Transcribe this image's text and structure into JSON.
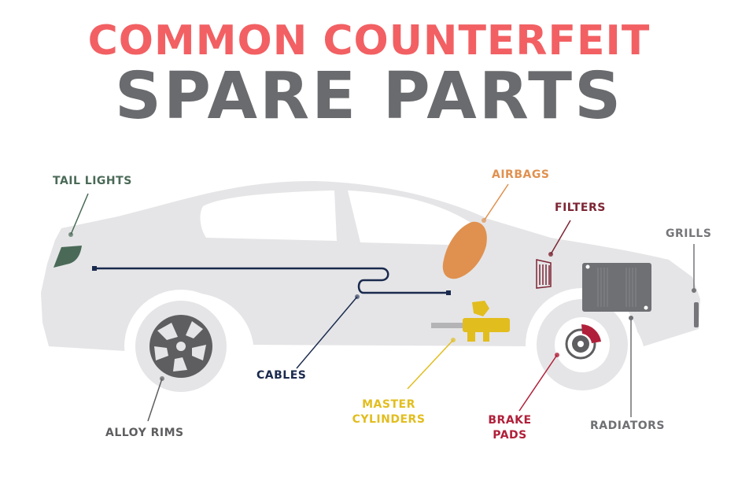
{
  "title": {
    "line1": "COMMON COUNTERFEIT",
    "line2": "SPARE PARTS",
    "line1_color": "#f26063",
    "line2_color": "#6a6b6e"
  },
  "colors": {
    "car_body": "#e5e5e7",
    "tail_lights": "#4a6a57",
    "cables": "#1a2a4e",
    "airbags": "#e0914f",
    "filters": "#7d2533",
    "grills": "#76767a",
    "radiators": "#6f7074",
    "brake_pads": "#b0203a",
    "master_cylinders": "#e2bd1e",
    "alloy_rims": "#5e5e61"
  },
  "labels": {
    "tail_lights": {
      "line1": "TAIL LIGHTS"
    },
    "airbags": {
      "line1": "AIRBAGS"
    },
    "filters": {
      "line1": "FILTERS"
    },
    "grills": {
      "line1": "GRILLS"
    },
    "cables": {
      "line1": "CABLES"
    },
    "alloy_rims": {
      "line1": "ALLOY RIMS"
    },
    "master_cylinders": {
      "line1": "MASTER",
      "line2": "CYLINDERS"
    },
    "brake_pads": {
      "line1": "BRAKE",
      "line2": "PADS"
    },
    "radiators": {
      "line1": "RADIATORS"
    }
  }
}
